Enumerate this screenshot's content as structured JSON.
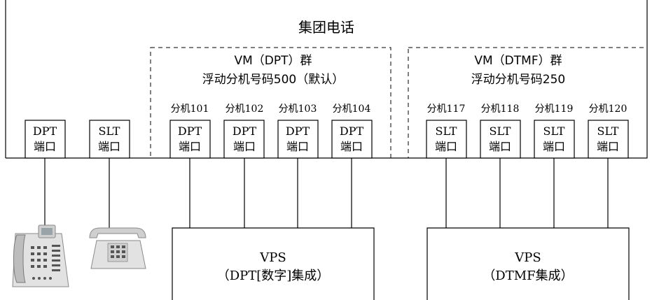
{
  "title": "集团电话",
  "groups": [
    {
      "line1": "VM（DPT）群",
      "line2": "浮动分机号码500（默认）"
    },
    {
      "line1": "VM（DTMF）群",
      "line2": "浮动分机号码250"
    }
  ],
  "standalone_ports": [
    {
      "name": "DPT",
      "sub": "端口"
    },
    {
      "name": "SLT",
      "sub": "端口"
    }
  ],
  "vm_ports": [
    {
      "ext": "分机101",
      "name": "DPT",
      "sub": "端口"
    },
    {
      "ext": "分机102",
      "name": "DPT",
      "sub": "端口"
    },
    {
      "ext": "分机103",
      "name": "DPT",
      "sub": "端口"
    },
    {
      "ext": "分机104",
      "name": "DPT",
      "sub": "端口"
    },
    {
      "ext": "分机117",
      "name": "SLT",
      "sub": "端口"
    },
    {
      "ext": "分机118",
      "name": "SLT",
      "sub": "端口"
    },
    {
      "ext": "分机119",
      "name": "SLT",
      "sub": "端口"
    },
    {
      "ext": "分机120",
      "name": "SLT",
      "sub": "端口"
    }
  ],
  "vps_boxes": [
    {
      "line1": "VPS",
      "line2": "（DPT[数字]集成）"
    },
    {
      "line1": "VPS",
      "line2": "（DTMF集成）"
    }
  ],
  "icons": [
    "dpt-phone-icon",
    "slt-phone-icon"
  ]
}
